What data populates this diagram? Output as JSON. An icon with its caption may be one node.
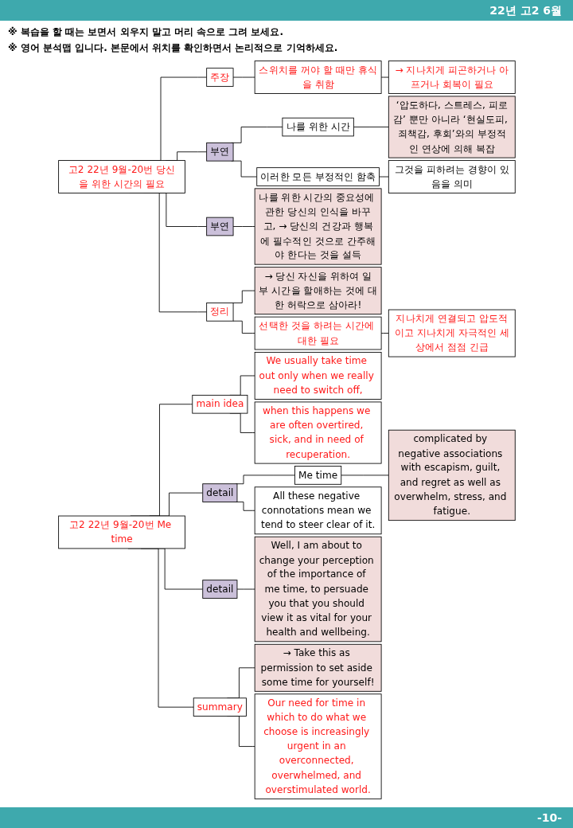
{
  "diagram": {
    "nodes": [
      {
        "text": [
          "고2 22년 9월-20번 당신을 위한 시간의 필요"
        ]
      },
      {
        "text": [
          "주장"
        ]
      },
      {
        "text": [
          "스위치를 꺼야 할 때만 휴식을 취함"
        ]
      },
      {
        "text": [
          "→ 지나치게 피곤하거나 아프거나 회복이 필요"
        ]
      },
      {
        "text": [
          "부연"
        ]
      },
      {
        "text": [
          "나를 위한 시간"
        ]
      },
      {
        "text": [
          "‘압도하다, 스트레스, 피로감’ 뿐만 아니라 ‘현실도피, 죄책감, 후회’와의 부정적인 연상에 의해 복잡"
        ]
      },
      {
        "text": [
          "이러한 모든 부정적인 함축"
        ]
      },
      {
        "text": [
          "그것을 피하려는 경향이 있음을 의미"
        ]
      },
      {
        "text": [
          "부연"
        ]
      },
      {
        "text": [
          "나를 위한 시간의 중요성에 관한 당신의 인식을 바꾸고, → 당신의 건강과 행복에 필수적인 것으로 간주해야 한다는 것을 설득"
        ]
      },
      {
        "text": [
          "정리"
        ]
      },
      {
        "text": [
          "→ 당신 자신을 위하여 일부 시간을 할애하는 것에 대한 허락으로 삼아라!"
        ]
      },
      {
        "text": [
          "선택한 것을 하려는 시간에 대한 필요"
        ]
      },
      {
        "text": [
          "지나치게 연결되고 압도적이고 지나치게 자극적인 세상에서 점점 긴급"
        ]
      },
      {
        "text": [
          "고2 22년 9월-20번 Me time"
        ]
      },
      {
        "text": [
          "main idea"
        ]
      },
      {
        "text": [
          "We usually take time out only when we really need to switch off,"
        ]
      },
      {
        "text": [
          "when this happens we are often overtired, sick, and in need of recuperation."
        ]
      },
      {
        "text": [
          "detail"
        ]
      },
      {
        "text": [
          "Me time"
        ]
      },
      {
        "text": [
          "complicated by negative associations with escapism, guilt, and regret as well as overwhelm, stress, and fatigue."
        ]
      },
      {
        "text": [
          "All these negative connotations mean we tend to steer clear of it."
        ]
      },
      {
        "text": [
          "detail"
        ]
      },
      {
        "text": [
          "Well, I am about to change your perception of the importance of me time, to persuade you that you should view it as vital for your health and wellbeing."
        ]
      },
      {
        "text": [
          "summary"
        ]
      },
      {
        "text": [
          "→ Take this as permission to set aside some time for yourself!"
        ]
      },
      {
        "text": [
          "Our need for time in which to do what we choose is increasingly urgent in an overconnected, overwhelmed, and overstimulated world."
        ]
      }
    ],
    "edges": [
      {
        "from": 0,
        "to": 1,
        "arrow": "none"
      },
      {
        "from": 1,
        "to": 2,
        "arrow": "none"
      },
      {
        "from": 2,
        "to": 3,
        "arrow": "none"
      },
      {
        "from": 0,
        "to": 4,
        "arrow": "none"
      },
      {
        "from": 4,
        "to": 5,
        "arrow": "none"
      },
      {
        "from": 5,
        "to": 6,
        "arrow": "none"
      },
      {
        "from": 4,
        "to": 7,
        "arrow": "none"
      },
      {
        "from": 7,
        "to": 8,
        "arrow": "none"
      },
      {
        "from": 0,
        "to": 9,
        "arrow": "none"
      },
      {
        "from": 9,
        "to": 10,
        "arrow": "none"
      },
      {
        "from": 0,
        "to": 11,
        "arrow": "none"
      },
      {
        "from": 11,
        "to": 12,
        "arrow": "none"
      },
      {
        "from": 11,
        "to": 13,
        "arrow": "none"
      },
      {
        "from": 13,
        "to": 14,
        "arrow": "none"
      },
      {
        "from": 15,
        "to": 16,
        "arrow": "none"
      },
      {
        "from": 16,
        "to": 17,
        "arrow": "none"
      },
      {
        "from": 16,
        "to": 18,
        "arrow": "none"
      },
      {
        "from": 15,
        "to": 19,
        "arrow": "none"
      },
      {
        "from": 19,
        "to": 20,
        "arrow": "none"
      },
      {
        "from": 20,
        "to": 21,
        "arrow": "none"
      },
      {
        "from": 19,
        "to": 22,
        "arrow": "none"
      },
      {
        "from": 15,
        "to": 23,
        "arrow": "none"
      },
      {
        "from": 23,
        "to": 24,
        "arrow": "none"
      },
      {
        "from": 15,
        "to": 25,
        "arrow": "none"
      },
      {
        "from": 25,
        "to": 26,
        "arrow": "none"
      },
      {
        "from": 25,
        "to": 27,
        "arrow": "none"
      }
    ],
    "labels": [
      "22년 고2 6월",
      "※ 복습을 할 때는 보면서 외우지 말고 머리 속으로 그려 보세요.",
      "※ 영어 분석맵 입니다. 본문에서 위치를 확인하면서 논리적으로 기억하세요.",
      "-10-"
    ]
  }
}
